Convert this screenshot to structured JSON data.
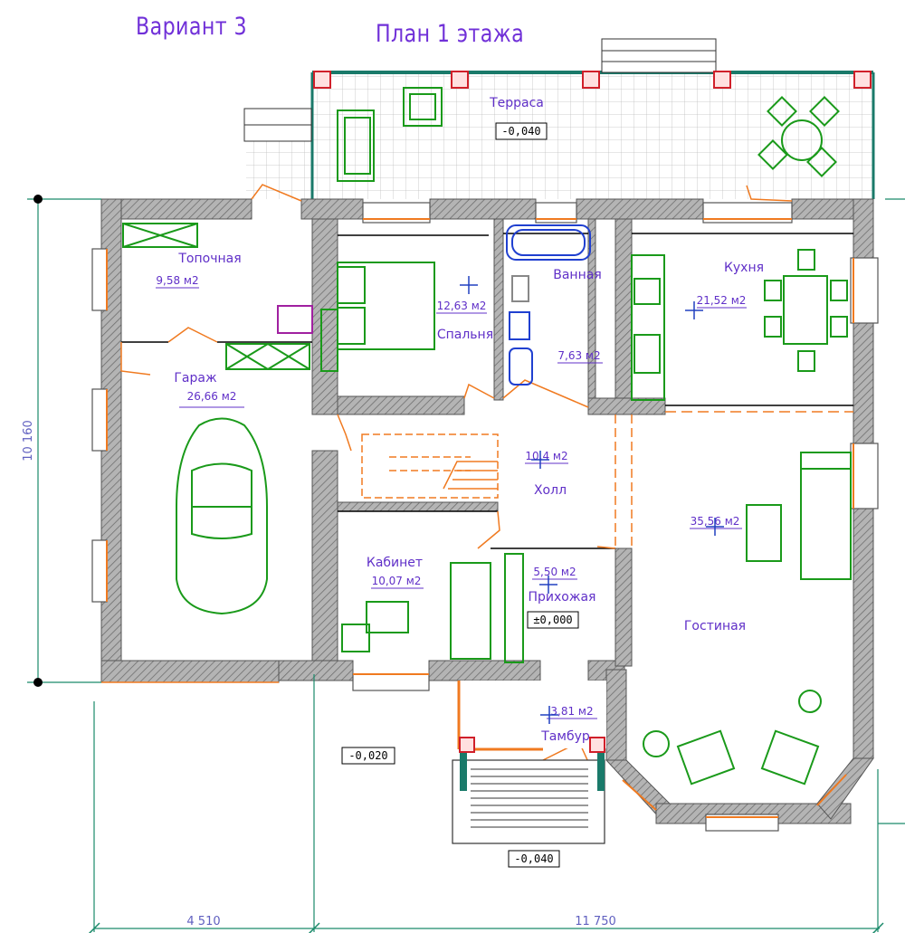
{
  "titles": {
    "variant": "Вариант 3",
    "plan": "План 1 этажа"
  },
  "rooms": {
    "terrace": {
      "name": "Терраса",
      "level": "-0,040"
    },
    "boiler": {
      "name": "Топочная",
      "area": "9,58 м2"
    },
    "garage": {
      "name": "Гараж",
      "area": "26,66 м2"
    },
    "bedroom": {
      "name": "Спальня",
      "area": "12,63 м2"
    },
    "bathroom": {
      "name": "Ванная",
      "area": "7,63 м2"
    },
    "kitchen": {
      "name": "Кухня",
      "area": "21,52 м2"
    },
    "hall": {
      "name": "Холл",
      "area": "10,4 м2"
    },
    "study": {
      "name": "Кабинет",
      "area": "10,07 м2"
    },
    "entry": {
      "name": "Прихожая",
      "area": "5,50 м2",
      "level": "±0,000"
    },
    "living": {
      "name": "Гостиная",
      "area": "35,56 м2"
    },
    "vestibule": {
      "name": "Тамбур",
      "area": "3,81 м2"
    }
  },
  "levels": {
    "ground": "-0,020",
    "porch": "-0,040"
  },
  "dimensions": {
    "height": "10 160",
    "left_width": "4 510",
    "right_width": "11 750"
  },
  "colors": {
    "title": "#7030d8",
    "wall": "#a0a0a0",
    "furniture": "#1a9a1a",
    "plumbing": "#2040d0",
    "door": "#f07a20",
    "dimension": "#1a8a6a",
    "column": "#d0202a"
  }
}
